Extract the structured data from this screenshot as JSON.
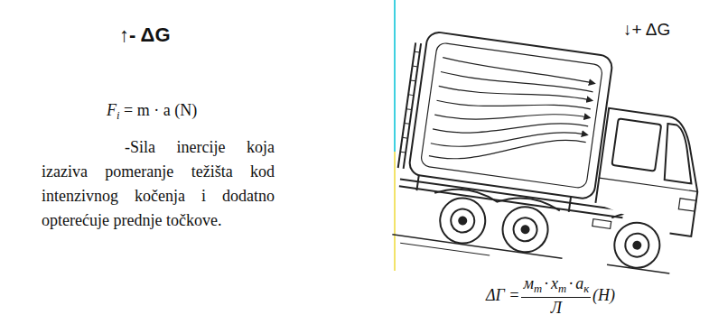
{
  "diagram": {
    "labels": [
      "↑- ΔG",
      "F",
      "i",
      "= m · a (N)",
      "-Sila inercije koja izaziva pomeranje težišta kod intenzivnog kočenja i dodatno opterećuje prednje točkove.",
      "↓+ ΔG",
      "ΔΓ =",
      "м",
      "т",
      "·",
      "х",
      "т",
      "·",
      "а",
      "к",
      "Л",
      "(Н)"
    ]
  }
}
